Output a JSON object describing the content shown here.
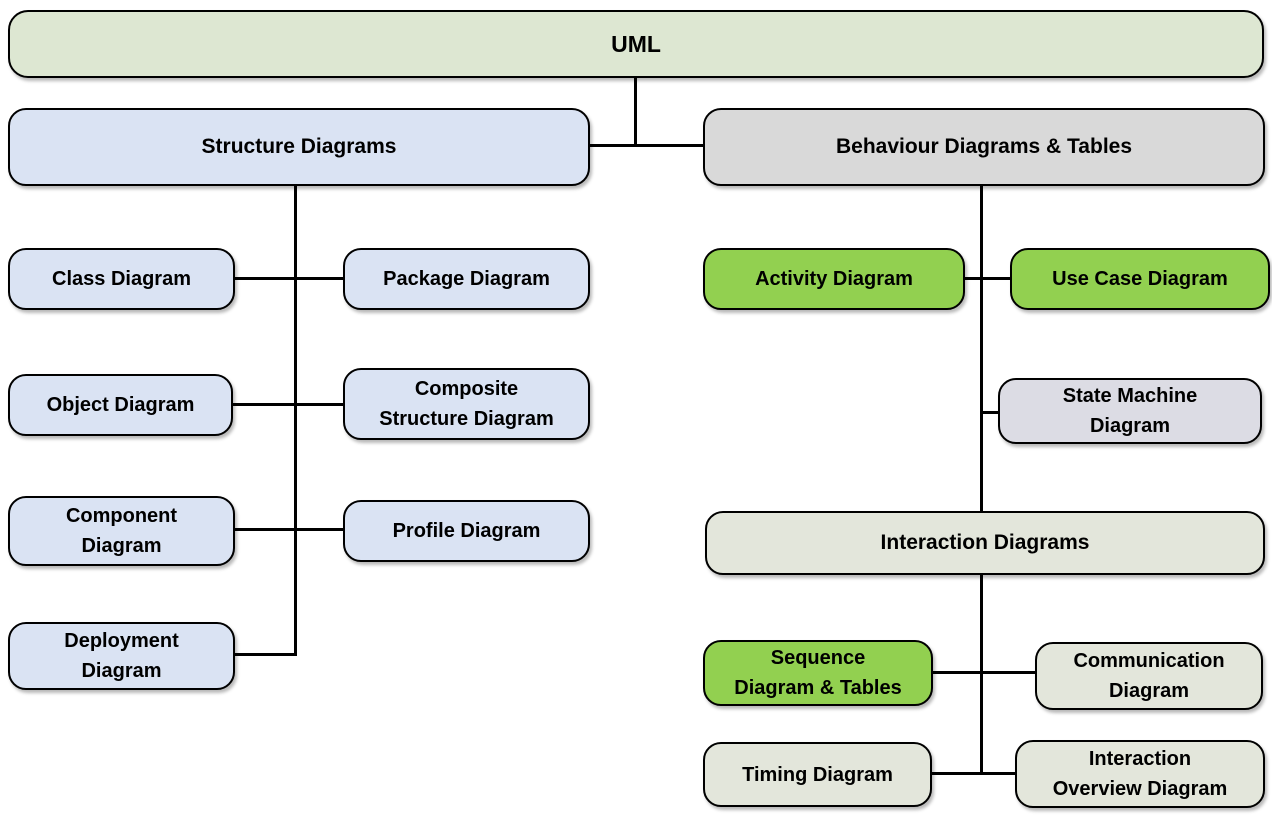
{
  "diagram_title": "UML",
  "nodes": {
    "uml": {
      "label": "UML"
    },
    "structure": {
      "label": "Structure Diagrams"
    },
    "behaviour": {
      "label": "Behaviour Diagrams & Tables"
    },
    "class": {
      "label": "Class Diagram"
    },
    "package": {
      "label": "Package Diagram"
    },
    "object": {
      "label": "Object Diagram"
    },
    "composite": {
      "label": "Composite\nStructure Diagram"
    },
    "component": {
      "label": "Component\nDiagram"
    },
    "profile": {
      "label": "Profile Diagram"
    },
    "deployment": {
      "label": "Deployment\nDiagram"
    },
    "activity": {
      "label": "Activity Diagram"
    },
    "usecase": {
      "label": "Use Case Diagram"
    },
    "statemachine": {
      "label": "State Machine\nDiagram"
    },
    "interaction": {
      "label": "Interaction Diagrams"
    },
    "sequence": {
      "label": "Sequence\nDiagram & Tables"
    },
    "communication": {
      "label": "Communication\nDiagram"
    },
    "timing": {
      "label": "Timing Diagram"
    },
    "interactionoverview": {
      "label": "Interaction\nOverview Diagram"
    }
  },
  "connections": [
    {
      "from": "UML",
      "to": "Structure Diagrams"
    },
    {
      "from": "UML",
      "to": "Behaviour Diagrams & Tables"
    },
    {
      "from": "Structure Diagrams",
      "to": "Class Diagram"
    },
    {
      "from": "Structure Diagrams",
      "to": "Package Diagram"
    },
    {
      "from": "Structure Diagrams",
      "to": "Object Diagram"
    },
    {
      "from": "Structure Diagrams",
      "to": "Composite Structure Diagram"
    },
    {
      "from": "Structure Diagrams",
      "to": "Component Diagram"
    },
    {
      "from": "Structure Diagrams",
      "to": "Profile Diagram"
    },
    {
      "from": "Structure Diagrams",
      "to": "Deployment Diagram"
    },
    {
      "from": "Behaviour Diagrams & Tables",
      "to": "Activity Diagram"
    },
    {
      "from": "Behaviour Diagrams & Tables",
      "to": "Use Case Diagram"
    },
    {
      "from": "Behaviour Diagrams & Tables",
      "to": "State Machine Diagram"
    },
    {
      "from": "Behaviour Diagrams & Tables",
      "to": "Interaction Diagrams"
    },
    {
      "from": "Interaction Diagrams",
      "to": "Sequence Diagram & Tables"
    },
    {
      "from": "Interaction Diagrams",
      "to": "Communication Diagram"
    },
    {
      "from": "Interaction Diagrams",
      "to": "Timing Diagram"
    },
    {
      "from": "Interaction Diagrams",
      "to": "Interaction Overview Diagram"
    }
  ],
  "colors": {
    "background": "#ffffff",
    "border": "#000000",
    "text": "#000000",
    "root_fill": "#dde7d2",
    "structure_branch_fill": "#dae3f3",
    "behaviour_fill": "#d9d9d9",
    "highlight_green_fill": "#92d050",
    "state_machine_fill": "#dcdce4",
    "interaction_branch_fill": "#e3e6db"
  }
}
